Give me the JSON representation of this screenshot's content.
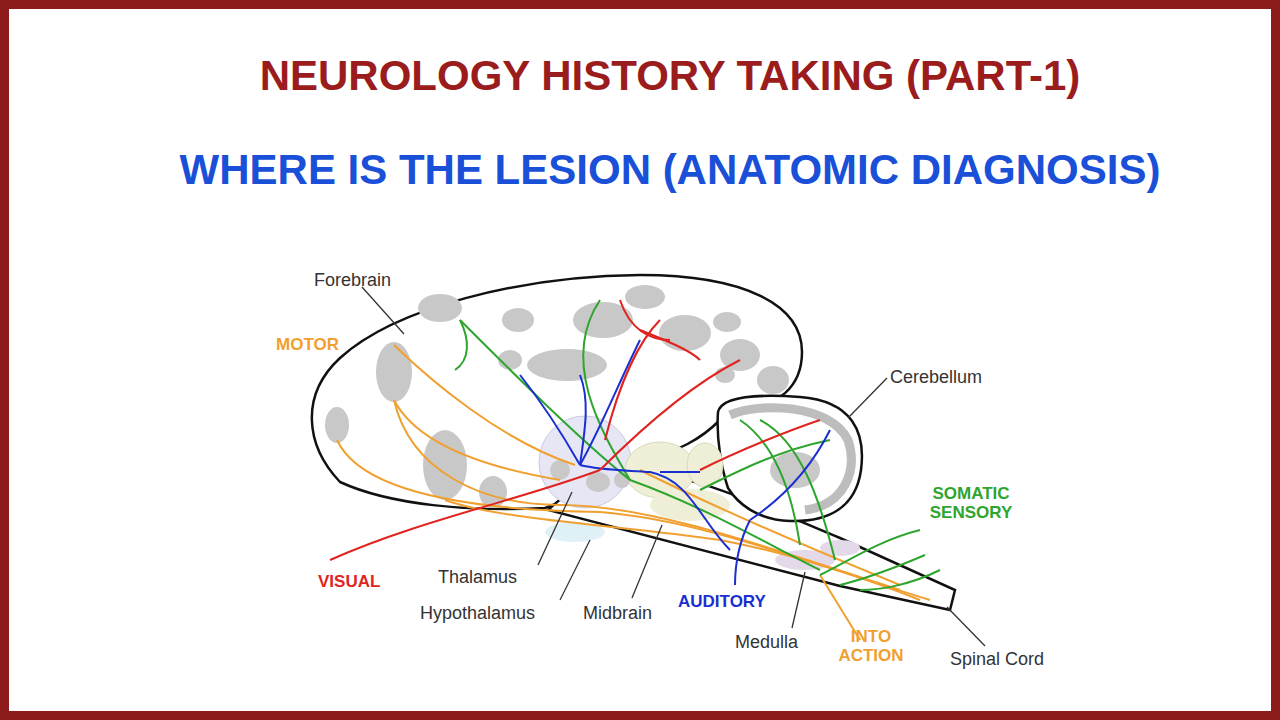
{
  "diagram": {
    "title": "NEUROLOGY HISTORY TAKING (PART-1)",
    "labels": [
      "WHERE IS THE LESION (ANATOMIC DIAGNOSIS)",
      "Forebrain",
      "MOTOR",
      "Cerebellum",
      "SOMATIC SENSORY",
      "VISUAL",
      "Thalamus",
      "Hypothalamus",
      "Midbrain",
      "AUDITORY",
      "Medulla",
      "INTO ACTION",
      "Spinal Cord"
    ]
  }
}
